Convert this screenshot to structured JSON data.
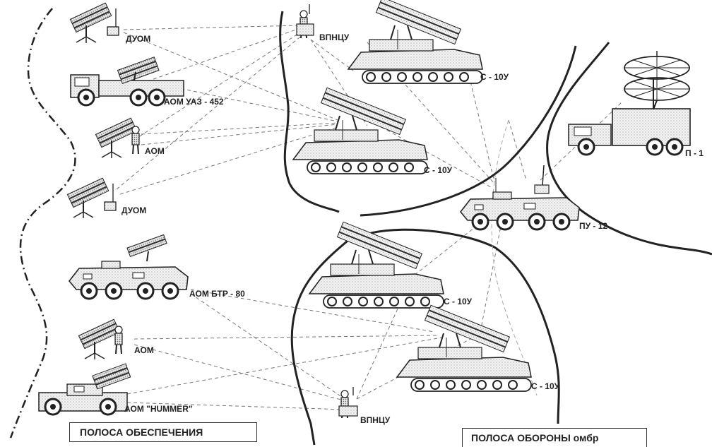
{
  "labels": {
    "duom_1": "ДУОМ",
    "aom_uaz": "АОМ УАЗ - 452",
    "aom_1": "АОМ",
    "duom_2": "ДУОМ",
    "aom_btr": "АОМ БТР - 80",
    "aom_2": "АОМ",
    "aom_hummer": "АОМ \"HUMMER\"",
    "vpncu_top": "ВПНЦУ",
    "vpncu_bottom": "ВПНЦУ",
    "s10u_1": "С - 10У",
    "s10u_2": "С - 10У",
    "s10u_3": "С - 10У",
    "s10u_4": "С - 10У",
    "pu12": "ПУ - 12",
    "p1": "П - 1"
  },
  "zones": {
    "support": "ПОЛОСА  ОБЕСПЕЧЕНИЯ",
    "defense_main": "ПОЛОСА  ОБОРОНЫ",
    "defense_suffix": "омбр"
  }
}
